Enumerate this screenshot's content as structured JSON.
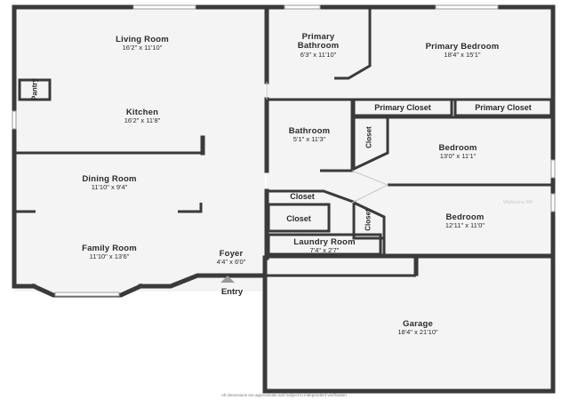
{
  "rooms": {
    "living_room": {
      "name": "Living Room",
      "dims": "16'2\" x 11'10\""
    },
    "kitchen": {
      "name": "Kitchen",
      "dims": "16'2\" x 11'8\""
    },
    "dining_room": {
      "name": "Dining Room",
      "dims": "11'10\" x 9'4\""
    },
    "family_room": {
      "name": "Family Room",
      "dims": "11'10\" x 13'6\""
    },
    "foyer": {
      "name": "Foyer",
      "dims": "4'4\" x 6'0\""
    },
    "primary_bathroom": {
      "name": "Primary Bathroom",
      "dims": "6'3\" x 11'10\""
    },
    "primary_bedroom": {
      "name": "Primary Bedroom",
      "dims": "18'4\" x 15'1\""
    },
    "bathroom": {
      "name": "Bathroom",
      "dims": "5'1\" x 11'3\""
    },
    "bedroom_1": {
      "name": "Bedroom",
      "dims": "13'0\" x 11'1\""
    },
    "bedroom_2": {
      "name": "Bedroom",
      "dims": "12'11\" x 11'0\""
    },
    "laundry_room": {
      "name": "Laundry Room",
      "dims": "7'4\" x 2'7\""
    },
    "garage": {
      "name": "Garage",
      "dims": "18'4\" x 21'10\""
    }
  },
  "labels": {
    "pantry": "Pantry",
    "primary_closet_1": "Primary Closet",
    "primary_closet_2": "Primary Closet",
    "closet_top": "Closet",
    "closet_mid": "Closet",
    "closet_vert_1": "Closet",
    "closet_vert_2": "Closet",
    "entry": "Entry"
  },
  "disclaimer": "All dimensions are approximate and subject to independent verification.",
  "watermark": "Wellcome FR",
  "colors": {
    "wall": "#3a3a3a",
    "floor": "#f4f4f4",
    "window": "#9a9a9a"
  }
}
